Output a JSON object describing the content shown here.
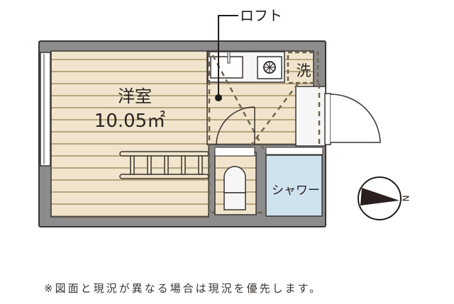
{
  "floorplan": {
    "rooms": {
      "western_room": {
        "name": "洋室",
        "area": "10.05㎡"
      },
      "laundry": {
        "label": "洗"
      },
      "shower": {
        "label": "シャワー"
      }
    },
    "callouts": {
      "loft": "ロフト"
    },
    "compass": {
      "direction_label": "N"
    },
    "note": "※図面と現況が異なる場合は現況を優先します。"
  },
  "colors": {
    "wall": "#8c8c8c",
    "wall_outline": "#3a3432",
    "floor_wood": "#f0e5cc",
    "floor_lines": "#b8a47e",
    "shower_floor": "#cfe3ef",
    "dashed": "#6e6450",
    "fixture": "#f6f6f6"
  }
}
